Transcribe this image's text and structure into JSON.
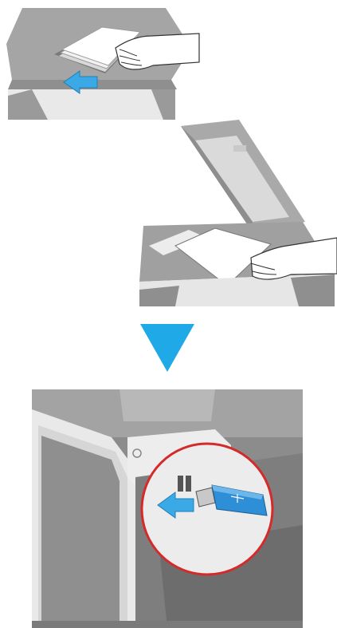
{
  "illustration": {
    "steps": [
      {
        "step": "adf-loading",
        "icon": "push-arrow-icon"
      },
      {
        "step": "platen-glass-placement",
        "icon": "hand-icon"
      },
      {
        "step": "usb-memory-insertion",
        "icon": "usb-drive-icon"
      }
    ],
    "divider_icon": "down-triangle-icon",
    "colors": {
      "arrow_blue": "#3aa9e6",
      "divider_blue": "#1fa9e6",
      "machine_gray": "#8c8c8c",
      "highlight_circle": "#d42a2a",
      "usb_blue": "#2f8fd6"
    }
  }
}
